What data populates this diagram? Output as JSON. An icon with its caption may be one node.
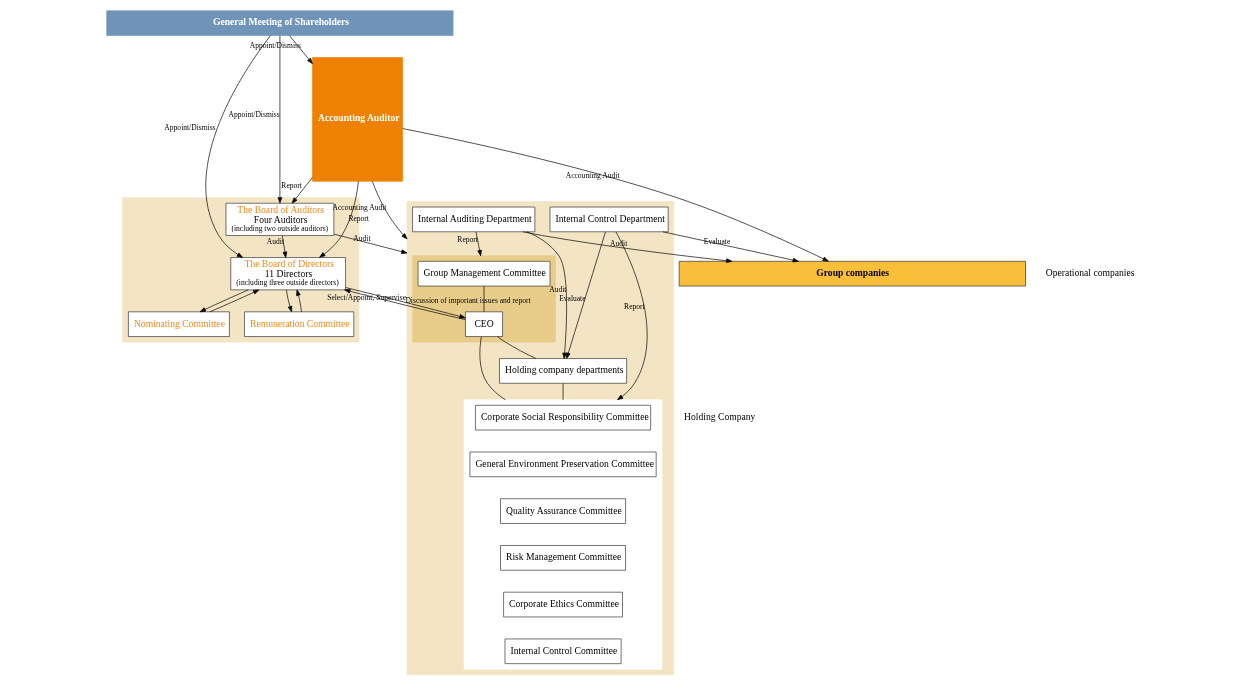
{
  "diagram": {
    "nodes": [
      {
        "text": [
          "General Meeting of Shareholders"
        ]
      },
      {
        "text": [
          "Accounting Auditor"
        ]
      },
      {
        "text": [],
        "shape": "box"
      },
      {
        "text": [
          "The Board of Auditors",
          "Four Auditors",
          "(including two outside auditors)"
        ],
        "in": 2
      },
      {
        "text": [
          "The Board of Directors",
          "11 Directors",
          "(including three outside directors)"
        ],
        "in": 2
      },
      {
        "text": [
          "Nominating Committee"
        ],
        "in": 2
      },
      {
        "text": [
          "Remuneration Committee"
        ],
        "in": 2
      },
      {
        "text": [],
        "shape": "box"
      },
      {
        "text": [],
        "shape": "box",
        "in": 7
      },
      {
        "text": [
          "Group Management Committee"
        ],
        "in": 8
      },
      {
        "text": [
          "CEO"
        ],
        "in": 8
      },
      {
        "text": [
          "Internal Auditing Department"
        ],
        "in": 7
      },
      {
        "text": [
          "Internal Control Department"
        ],
        "in": 7
      },
      {
        "text": [
          "Holding company departments"
        ],
        "in": 7
      },
      {
        "text": [],
        "shape": "box",
        "in": 7
      },
      {
        "text": [
          "Corporate Social Responsibility Committee"
        ],
        "in": 14
      },
      {
        "text": [
          "General Environment Preservation Committee"
        ],
        "in": 14
      },
      {
        "text": [
          "Quality Assurance Committee"
        ],
        "in": 14
      },
      {
        "text": [
          "Risk Management Committee"
        ],
        "in": 14
      },
      {
        "text": [
          "Corporate Ethics Committee"
        ],
        "in": 14
      },
      {
        "text": [
          "Internal Control Committee"
        ],
        "in": 14
      },
      {
        "text": [
          "Group companies"
        ]
      }
    ],
    "edges": [
      {
        "from": 0,
        "to": 1,
        "arrow": "to",
        "label": "Appoint/Dismiss"
      },
      {
        "from": 0,
        "to": 3,
        "arrow": "to",
        "label": "Appoint/Dismiss"
      },
      {
        "from": 0,
        "to": 4,
        "arrow": "to",
        "label": "Appoint/Dismiss"
      },
      {
        "from": 1,
        "to": 4,
        "arrow": "to",
        "label": "Report"
      },
      {
        "from": 1,
        "to": 3,
        "arrow": "to",
        "label": "Report"
      },
      {
        "from": 3,
        "to": 4,
        "arrow": "to",
        "label": "Audit"
      },
      {
        "from": 5,
        "to": 4,
        "arrow": "to"
      },
      {
        "from": 4,
        "to": 5,
        "arrow": "to"
      },
      {
        "from": 6,
        "to": 4,
        "arrow": "to"
      },
      {
        "from": 4,
        "to": 6,
        "arrow": "to"
      },
      {
        "from": 3,
        "to": 7,
        "arrow": "to",
        "label": "Audit"
      },
      {
        "from": 4,
        "to": 10,
        "arrow": "to",
        "label": "Select/Appoint, Supervise"
      },
      {
        "from": 10,
        "to": 4,
        "arrow": "to",
        "label": "Discussion of important issues and report"
      },
      {
        "from": 9,
        "to": 10,
        "arrow": "none"
      },
      {
        "from": 10,
        "to": 14,
        "arrow": "none"
      },
      {
        "from": 10,
        "to": 13,
        "arrow": "none"
      },
      {
        "from": 13,
        "to": 14,
        "arrow": "none"
      },
      {
        "from": 1,
        "to": 7,
        "arrow": "to",
        "label": "Accounting Audit"
      },
      {
        "from": 11,
        "to": 8,
        "arrow": "to",
        "label": "Report"
      },
      {
        "from": 11,
        "to": 13,
        "arrow": "to",
        "label": "Audit"
      },
      {
        "from": 12,
        "to": 13,
        "arrow": "to",
        "label": "Evaluate"
      },
      {
        "from": 12,
        "to": 14,
        "arrow": "to",
        "label": "Report"
      },
      {
        "from": 11,
        "to": 21,
        "arrow": "to",
        "label": "Audit"
      },
      {
        "from": 12,
        "to": 21,
        "arrow": "to",
        "label": "Evaluate"
      },
      {
        "from": 1,
        "to": 21,
        "arrow": "to",
        "label": "Accounting Audit"
      }
    ],
    "labels": [
      "Holding Company",
      "Operational companies"
    ]
  }
}
